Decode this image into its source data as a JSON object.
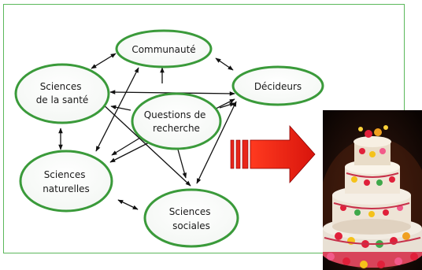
{
  "nodes": {
    "communaute": {
      "label": "Communauté"
    },
    "decideurs": {
      "label": "Décideurs"
    },
    "sante": {
      "label": [
        "Sciences",
        "de la santé"
      ]
    },
    "questions": {
      "label": [
        "Questions de",
        "recherche"
      ]
    },
    "naturelles": {
      "label": [
        "Sciences",
        "naturelles"
      ]
    },
    "sociales": {
      "label": [
        "Sciences",
        "sociales"
      ]
    }
  },
  "colors": {
    "node_border": "#3a9a3a",
    "frame_border": "#5cb85c",
    "arrow": "#111111",
    "big_arrow": "#e8261a",
    "big_arrow_dark": "#8b0000"
  },
  "image": {
    "subject": "tiered-cake-photo"
  }
}
